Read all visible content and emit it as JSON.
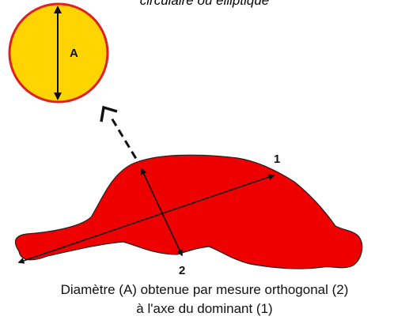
{
  "header": {
    "partial_caption": "circulaire ou elliptique"
  },
  "circle": {
    "label": "A",
    "fill": "#FFD400",
    "stroke": "#E02020"
  },
  "shape": {
    "fill": "#EE0000",
    "stroke": "#222222"
  },
  "labels": {
    "axis_major": "1",
    "axis_orthogonal": "2"
  },
  "caption": {
    "line1": "Diamètre (A) obtenue par mesure orthogonal (2)",
    "line2": "à l'axe du dominant (1)"
  }
}
